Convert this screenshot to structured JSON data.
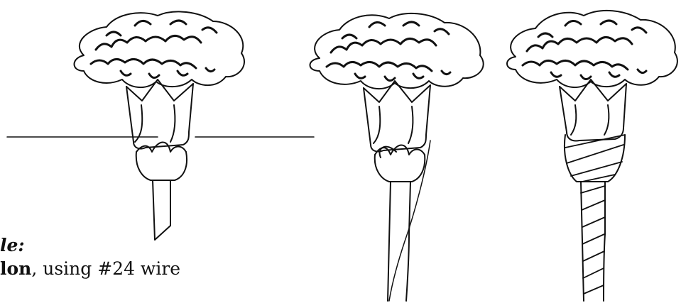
{
  "caption": {
    "line1": "le:",
    "line2_bold": "lon",
    "line2_rest": ", using #24 wire"
  },
  "colors": {
    "ink": "#111111",
    "background": "#ffffff"
  },
  "figures": [
    {
      "name": "carnation-cut-stem"
    },
    {
      "name": "carnation-wired"
    },
    {
      "name": "carnation-taped"
    }
  ]
}
